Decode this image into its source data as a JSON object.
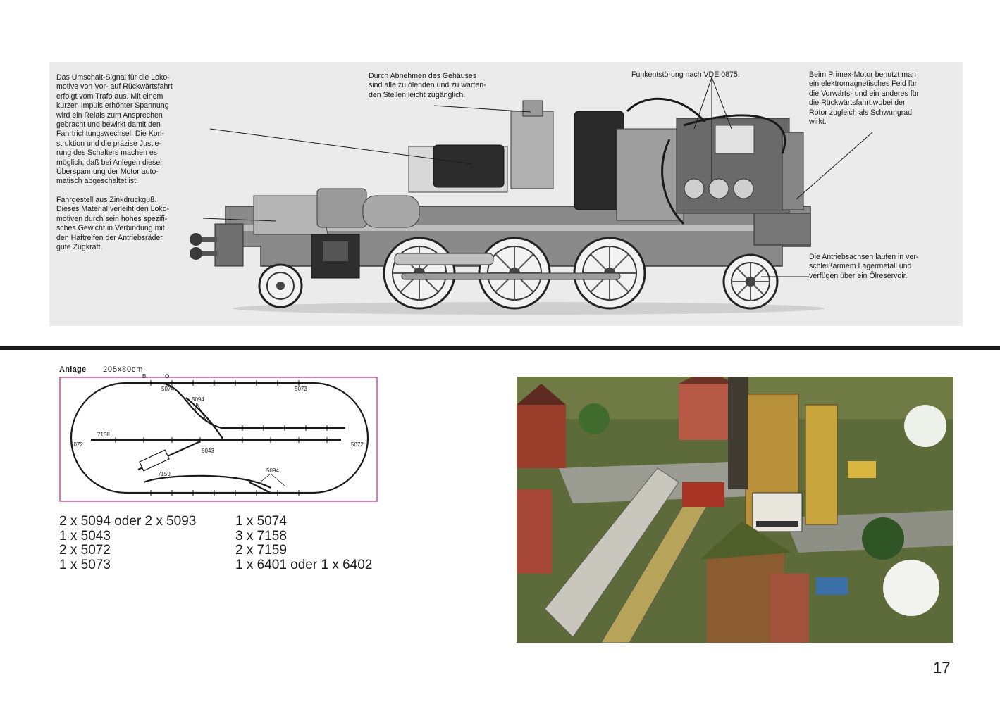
{
  "loco_figure": {
    "caption_reverse_signal": "Das Umschalt-Signal für die Loko-\nmotive von Vor- auf Rückwärtsfahrt\nerfolgt vom Trafo aus. Mit einem\nkurzen Impuls erhöhter Spannung\nwird ein Relais zum Ansprechen\ngebracht und bewirkt damit den\nFahrtrichtungswechsel. Die Kon-\nstruktion und die präzise Justie-\nrung des Schalters machen es\nmöglich, daß bei Anlegen dieser\nÜberspannung der Motor auto-\nmatisch abgeschaltet ist.",
    "caption_chassis": "Fahrgestell aus Zinkdruckguß.\nDieses Material verleiht den Loko-\nmotiven durch sein hohes spezifi-\nsches Gewicht in Verbindung mit\nden Haftreifen der Antriebsräder\ngute Zugkraft.",
    "caption_housing": "Durch Abnehmen des Gehäuses\nsind alle zu ölenden und zu warten-\nden Stellen leicht zugänglich.",
    "caption_interference": "Funkentstörung nach VDE 0875.",
    "caption_motor": "Beim Primex-Motor benutzt man\nein elektromagnetisches Feld für\ndie Vorwärts- und ein anderes für\ndie Rückwärtsfahrt,wobei der\nRotor zugleich als Schwungrad\nwirkt.",
    "caption_axles": "Die Antriebsachsen laufen in ver-\nschleißarmem Lagermetall und\nverfügen über ein Ölreservoir."
  },
  "layout_plan": {
    "title": "Anlage",
    "size": "205x80cm",
    "labels": {
      "b": "B",
      "o": "O",
      "l5074": "5074",
      "l5073": "5073",
      "l5094a": "5094",
      "l7158": "7158",
      "l5072a": "5072",
      "l5072b": "5072",
      "l5043": "5043",
      "l7159": "7159",
      "l5094b": "5094"
    }
  },
  "parts_list": {
    "left": [
      "2 x 5094 oder 2 x 5093",
      "1 x 5043",
      "2 x 5072",
      "1 x 5073"
    ],
    "right": [
      "1 x 5074",
      "3 x 7158",
      "2 x 7159",
      "1 x 6401 oder 1 x 6402"
    ]
  },
  "page_number": "17",
  "colors": {
    "panel_bg": "#ebebeb",
    "plan_frame": "#c4579a",
    "text": "#1a1a1a"
  }
}
